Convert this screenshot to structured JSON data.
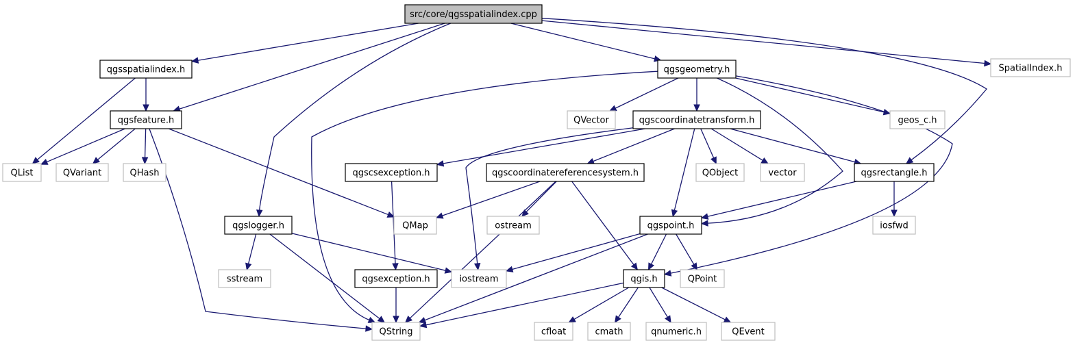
{
  "colors": {
    "edge": "#191970",
    "root_fill": "#bfbfbf",
    "local_border": "#000000",
    "external_border": "#bfbfbf",
    "node_fill": "#ffffff"
  },
  "nodes": [
    {
      "id": "root",
      "label": "src/core/qgsspatialindex.cpp",
      "kind": "root",
      "icon": "file-node"
    },
    {
      "id": "qgsspatialindex_h",
      "label": "qgsspatialindex.h",
      "kind": "local"
    },
    {
      "id": "qgsgeometry_h",
      "label": "qgsgeometry.h",
      "kind": "local"
    },
    {
      "id": "SpatialIndex_h",
      "label": "SpatialIndex.h",
      "kind": "external"
    },
    {
      "id": "qgsfeature_h",
      "label": "qgsfeature.h",
      "kind": "local"
    },
    {
      "id": "QVector",
      "label": "QVector",
      "kind": "external"
    },
    {
      "id": "qgscoordinatetransform_h",
      "label": "qgscoordinatetransform.h",
      "kind": "local"
    },
    {
      "id": "geos_c_h",
      "label": "geos_c.h",
      "kind": "external"
    },
    {
      "id": "QList",
      "label": "QList",
      "kind": "external"
    },
    {
      "id": "QVariant",
      "label": "QVariant",
      "kind": "external"
    },
    {
      "id": "QHash",
      "label": "QHash",
      "kind": "external"
    },
    {
      "id": "qgscsexception_h",
      "label": "qgscsexception.h",
      "kind": "local"
    },
    {
      "id": "qgscoordinatereferencesystem_h",
      "label": "qgscoordinatereferencesystem.h",
      "kind": "local"
    },
    {
      "id": "QObject",
      "label": "QObject",
      "kind": "external"
    },
    {
      "id": "vector",
      "label": "vector",
      "kind": "external"
    },
    {
      "id": "qgsrectangle_h",
      "label": "qgsrectangle.h",
      "kind": "local"
    },
    {
      "id": "qgslogger_h",
      "label": "qgslogger.h",
      "kind": "local"
    },
    {
      "id": "QMap",
      "label": "QMap",
      "kind": "external"
    },
    {
      "id": "ostream",
      "label": "ostream",
      "kind": "external"
    },
    {
      "id": "qgspoint_h",
      "label": "qgspoint.h",
      "kind": "local"
    },
    {
      "id": "iosfwd",
      "label": "iosfwd",
      "kind": "external"
    },
    {
      "id": "sstream",
      "label": "sstream",
      "kind": "external"
    },
    {
      "id": "iostream",
      "label": "iostream",
      "kind": "external"
    },
    {
      "id": "qgsexception_h",
      "label": "qgsexception.h",
      "kind": "local"
    },
    {
      "id": "qgis_h",
      "label": "qgis.h",
      "kind": "local"
    },
    {
      "id": "QPoint",
      "label": "QPoint",
      "kind": "external"
    },
    {
      "id": "QString",
      "label": "QString",
      "kind": "external"
    },
    {
      "id": "cfloat",
      "label": "cfloat",
      "kind": "external"
    },
    {
      "id": "cmath",
      "label": "cmath",
      "kind": "external"
    },
    {
      "id": "qnumeric_h",
      "label": "qnumeric.h",
      "kind": "external"
    },
    {
      "id": "QEvent",
      "label": "QEvent",
      "kind": "external"
    }
  ],
  "edges": [
    {
      "from": "root",
      "to": "qgsspatialindex_h"
    },
    {
      "from": "root",
      "to": "qgsfeature_h"
    },
    {
      "from": "root",
      "to": "qgslogger_h"
    },
    {
      "from": "root",
      "to": "qgsgeometry_h"
    },
    {
      "from": "root",
      "to": "qgsrectangle_h"
    },
    {
      "from": "root",
      "to": "SpatialIndex_h"
    },
    {
      "from": "qgsspatialindex_h",
      "to": "qgsfeature_h"
    },
    {
      "from": "qgsspatialindex_h",
      "to": "QList"
    },
    {
      "from": "qgsfeature_h",
      "to": "QList"
    },
    {
      "from": "qgsfeature_h",
      "to": "QVariant"
    },
    {
      "from": "qgsfeature_h",
      "to": "QHash"
    },
    {
      "from": "qgsfeature_h",
      "to": "QMap"
    },
    {
      "from": "qgsfeature_h",
      "to": "QString"
    },
    {
      "from": "qgsgeometry_h",
      "to": "QString"
    },
    {
      "from": "qgsgeometry_h",
      "to": "QVector"
    },
    {
      "from": "qgsgeometry_h",
      "to": "qgscoordinatetransform_h"
    },
    {
      "from": "qgsgeometry_h",
      "to": "qgspoint_h"
    },
    {
      "from": "qgsgeometry_h",
      "to": "geos_c_h"
    },
    {
      "from": "qgsgeometry_h",
      "to": "qgis_h"
    },
    {
      "from": "qgscoordinatetransform_h",
      "to": "qgscsexception_h"
    },
    {
      "from": "qgscoordinatetransform_h",
      "to": "iostream"
    },
    {
      "from": "qgscoordinatetransform_h",
      "to": "qgscoordinatereferencesystem_h"
    },
    {
      "from": "qgscoordinatetransform_h",
      "to": "qgspoint_h"
    },
    {
      "from": "qgscoordinatetransform_h",
      "to": "QObject"
    },
    {
      "from": "qgscoordinatetransform_h",
      "to": "vector"
    },
    {
      "from": "qgscoordinatetransform_h",
      "to": "qgsrectangle_h"
    },
    {
      "from": "qgscsexception_h",
      "to": "qgsexception_h"
    },
    {
      "from": "qgscoordinatereferencesystem_h",
      "to": "QMap"
    },
    {
      "from": "qgscoordinatereferencesystem_h",
      "to": "ostream"
    },
    {
      "from": "qgscoordinatereferencesystem_h",
      "to": "QString"
    },
    {
      "from": "qgscoordinatereferencesystem_h",
      "to": "qgis_h"
    },
    {
      "from": "qgsrectangle_h",
      "to": "qgspoint_h"
    },
    {
      "from": "qgsrectangle_h",
      "to": "iosfwd"
    },
    {
      "from": "qgslogger_h",
      "to": "sstream"
    },
    {
      "from": "qgslogger_h",
      "to": "iostream"
    },
    {
      "from": "qgslogger_h",
      "to": "QString"
    },
    {
      "from": "qgspoint_h",
      "to": "iostream"
    },
    {
      "from": "qgspoint_h",
      "to": "QString"
    },
    {
      "from": "qgspoint_h",
      "to": "qgis_h"
    },
    {
      "from": "qgspoint_h",
      "to": "QPoint"
    },
    {
      "from": "qgsexception_h",
      "to": "QString"
    },
    {
      "from": "qgis_h",
      "to": "QString"
    },
    {
      "from": "qgis_h",
      "to": "cfloat"
    },
    {
      "from": "qgis_h",
      "to": "cmath"
    },
    {
      "from": "qgis_h",
      "to": "qnumeric_h"
    },
    {
      "from": "qgis_h",
      "to": "QEvent"
    }
  ]
}
